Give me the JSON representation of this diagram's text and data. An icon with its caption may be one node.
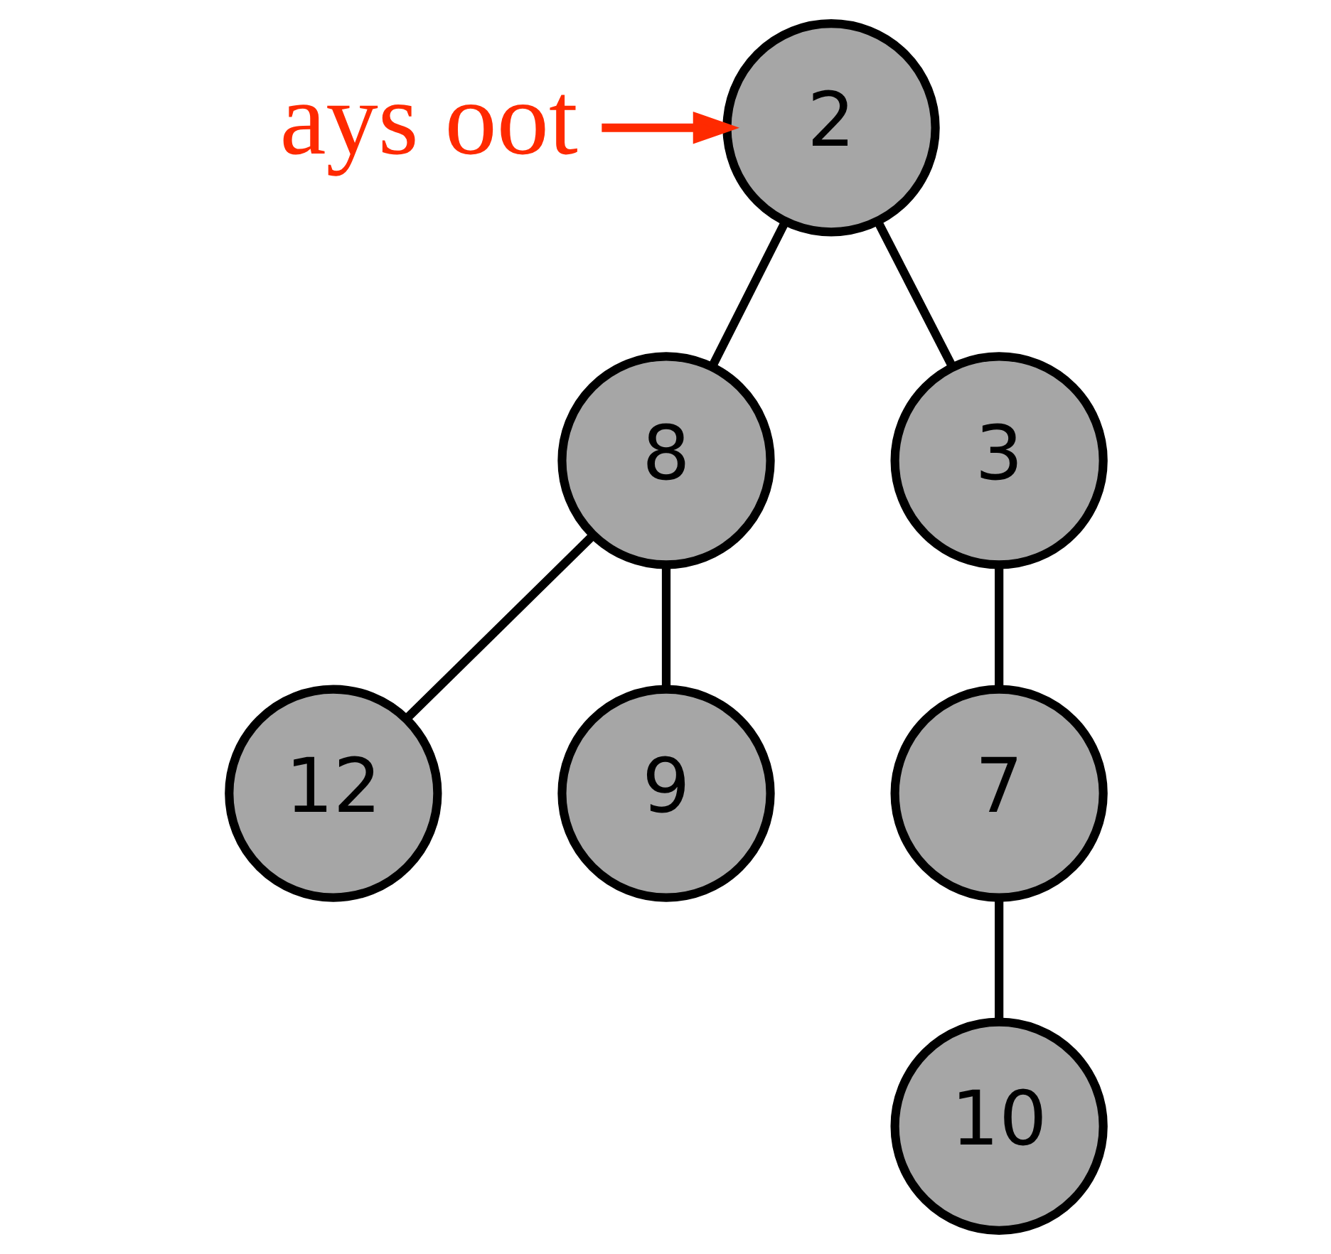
{
  "diagram": {
    "nodes": [
      {
        "text": [
          "ays oot"
        ]
      },
      {
        "text": [
          "2"
        ]
      },
      {
        "text": [
          "8"
        ]
      },
      {
        "text": [
          "3"
        ]
      },
      {
        "text": [
          "12"
        ]
      },
      {
        "text": [
          "9"
        ]
      },
      {
        "text": [
          "7"
        ]
      },
      {
        "text": [
          "10"
        ]
      }
    ],
    "edges": [
      {
        "from": 0,
        "to": 1,
        "arrow": "to",
        "color": "#ff2a00"
      },
      {
        "from": 1,
        "to": 2,
        "arrow": "none"
      },
      {
        "from": 1,
        "to": 3,
        "arrow": "none"
      },
      {
        "from": 2,
        "to": 4,
        "arrow": "none"
      },
      {
        "from": 2,
        "to": 5,
        "arrow": "none"
      },
      {
        "from": 3,
        "to": 6,
        "arrow": "none"
      },
      {
        "from": 6,
        "to": 7,
        "arrow": "none"
      }
    ]
  }
}
